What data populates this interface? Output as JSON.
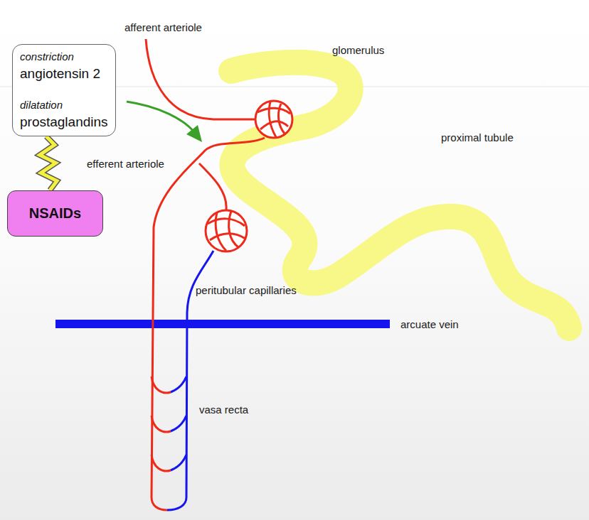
{
  "diagram": {
    "nodes": [
      {
        "text": [
          "constriction",
          "angiotensin 2",
          "dilatation",
          "prostaglandins"
        ]
      },
      {
        "text": [
          "NSAIDs"
        ]
      }
    ],
    "edges": [
      {
        "from": 1,
        "to": 0,
        "arrow": "none"
      }
    ],
    "labels": [
      "afferent arteriole",
      "glomerulus",
      "proximal tubule",
      "efferent arteriole",
      "peritubular capillaries",
      "arcuate vein",
      "vasa recta"
    ]
  }
}
